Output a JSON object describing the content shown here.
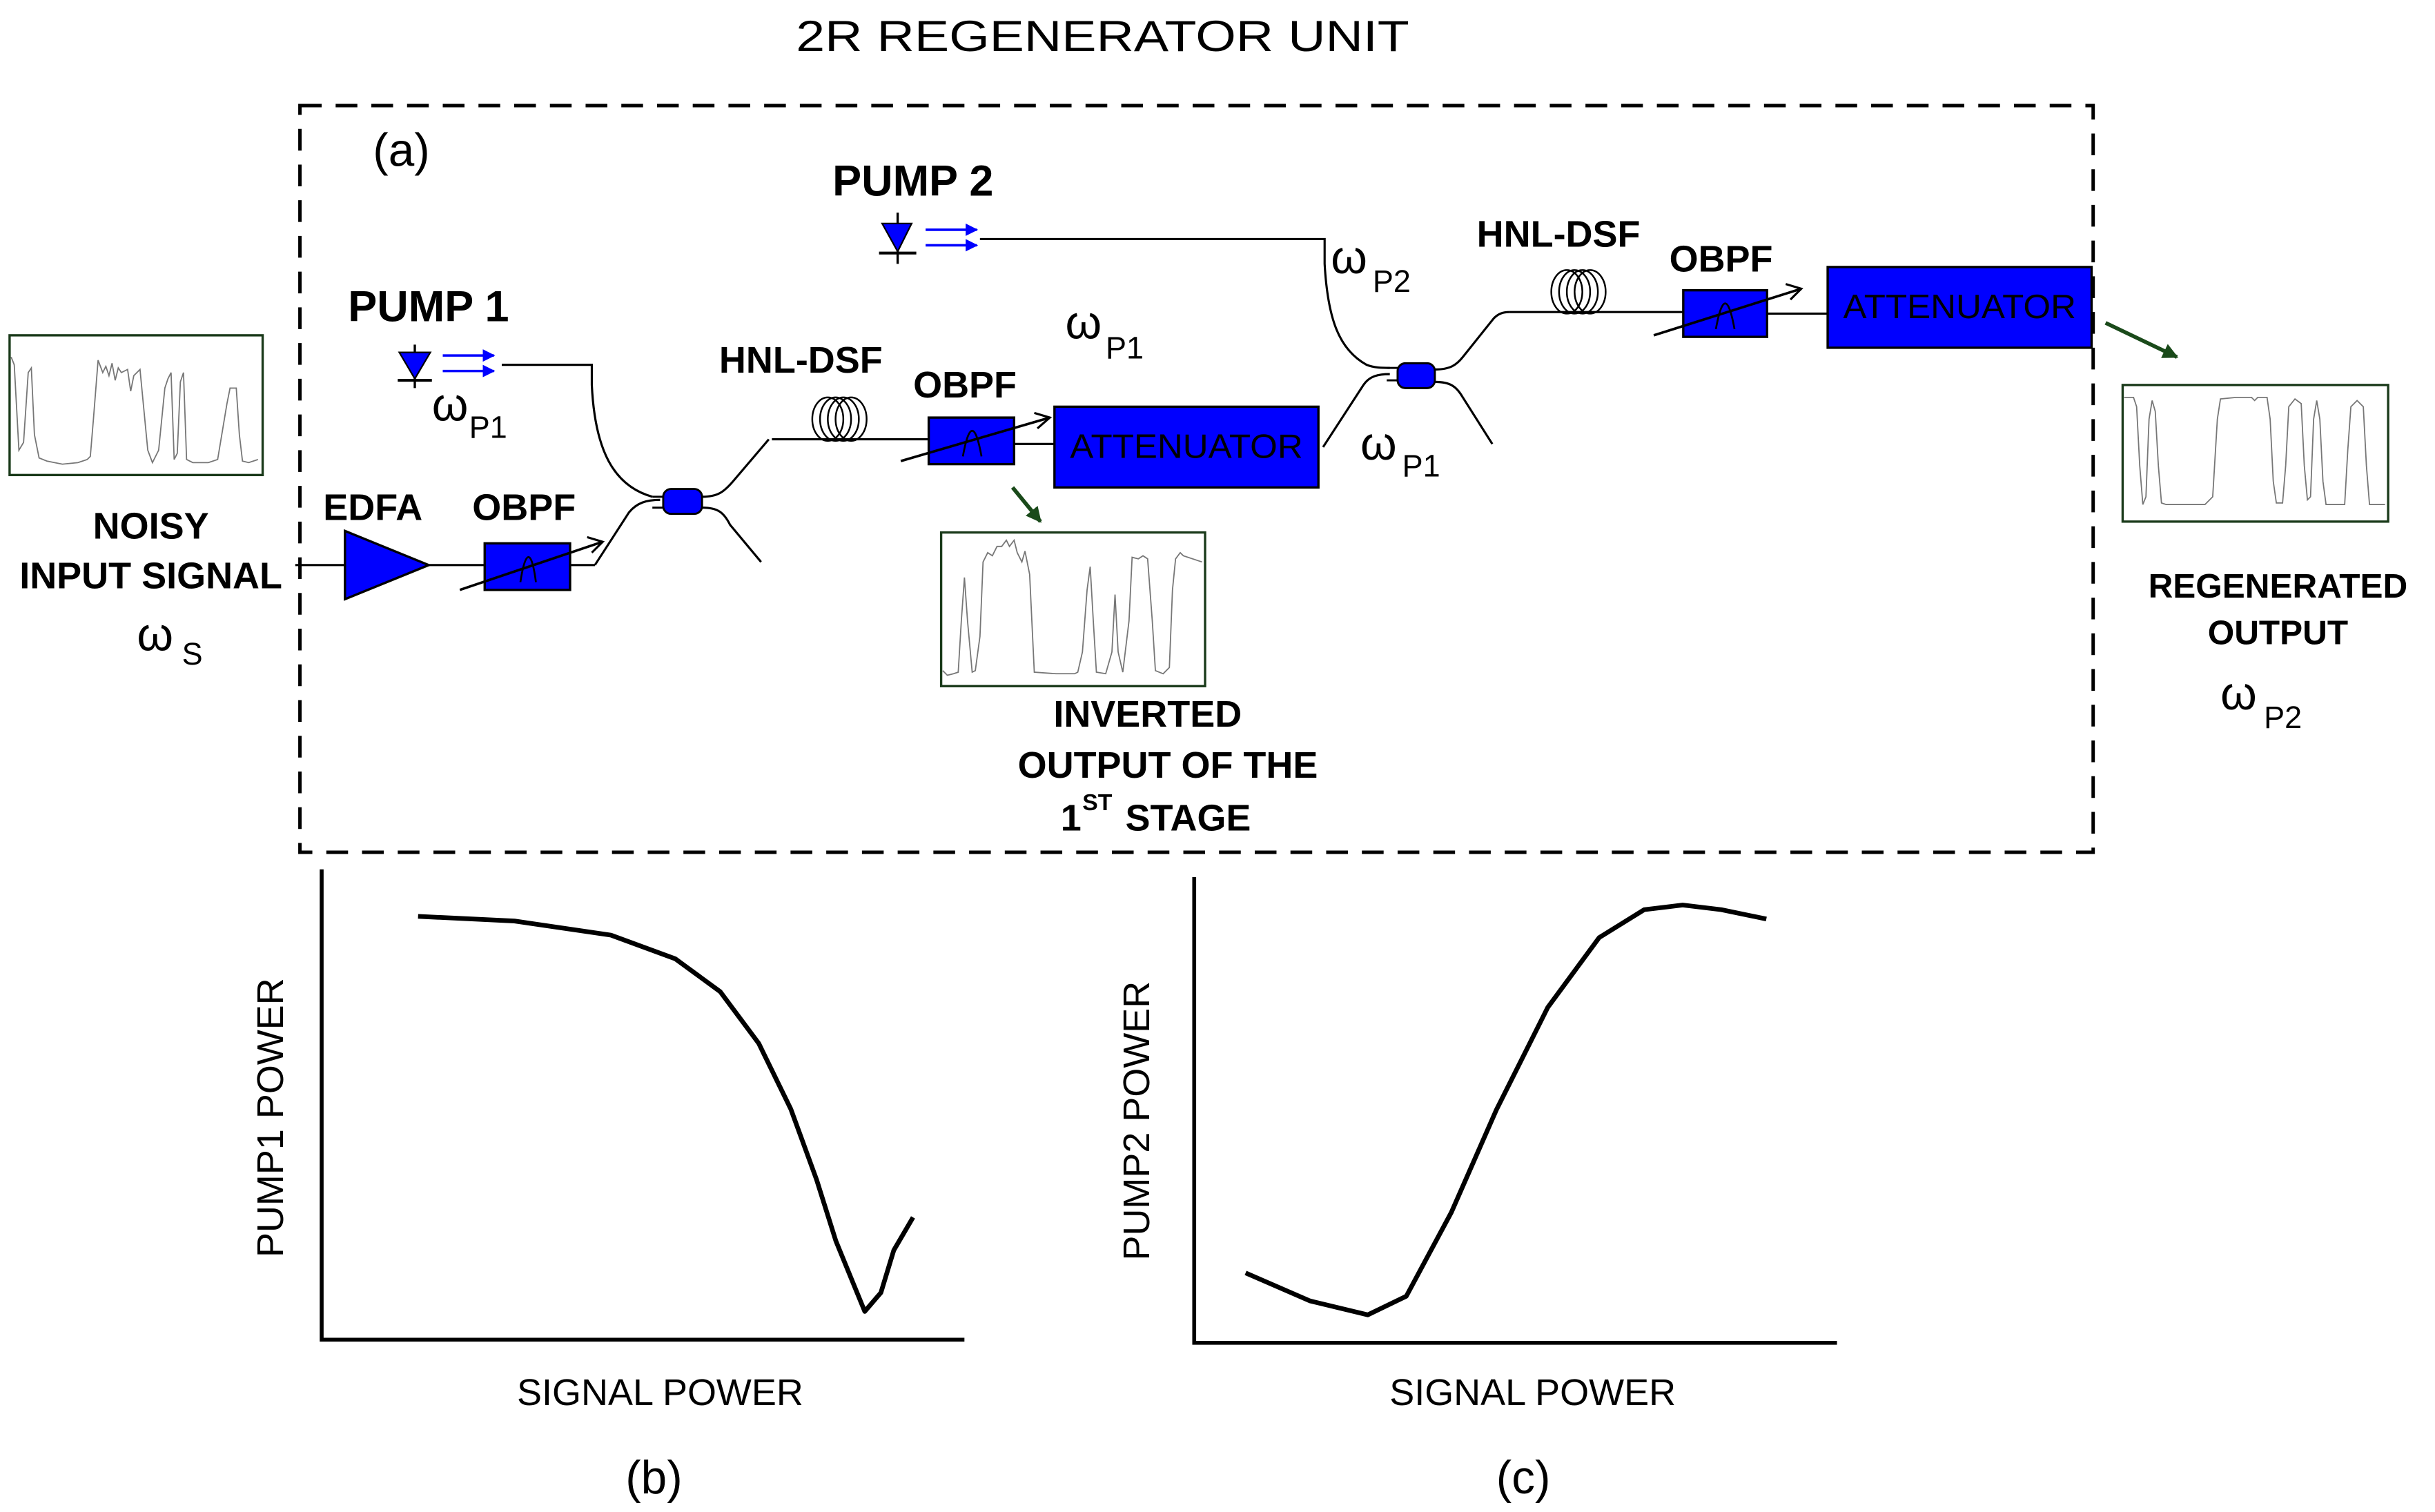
{
  "title": "2R REGENERATOR UNIT",
  "panel_labels": {
    "a": "(a)",
    "b": "(b)",
    "c": "(c)"
  },
  "components": {
    "pump1": {
      "label": "PUMP 1",
      "freq_symbol": "ω",
      "freq_sub": "P1"
    },
    "pump2": {
      "label": "PUMP 2",
      "freq_symbol": "ω",
      "freq_sub": "P2"
    },
    "edfa": {
      "label": "EDFA"
    },
    "obpf1": {
      "label": "OBPF"
    },
    "hnl1": {
      "label": "HNL-DSF"
    },
    "obpf2": {
      "label": "OBPF"
    },
    "attenuator1": {
      "label": "ATTENUATOR"
    },
    "hnl2": {
      "label": "HNL-DSF"
    },
    "obpf3": {
      "label": "OBPF"
    },
    "attenuator2": {
      "label": "ATTENUATOR"
    }
  },
  "freq_labels": {
    "after_stage1": {
      "symbol": "ω",
      "sub": "P1"
    },
    "coupler2_in": {
      "symbol": "ω",
      "sub": "P1"
    }
  },
  "input": {
    "label_line1": "NOISY",
    "label_line2": "INPUT SIGNAL",
    "freq_symbol": "ω",
    "freq_sub": "S"
  },
  "inverted": {
    "line1": "INVERTED",
    "line2": "OUTPUT OF THE",
    "line3_num": "1",
    "line3_sup": "ST",
    "line3_rest": " STAGE"
  },
  "output": {
    "line1": "REGENERATED",
    "line2": "OUTPUT",
    "freq_symbol": "ω",
    "freq_sub": "P2"
  },
  "colors": {
    "component_blue": "#0000ff",
    "scope_border": "#1a3a1a",
    "arrow_green": "#1a4a1a",
    "waveform_gray": "#777777"
  },
  "chart_data": [
    {
      "type": "line",
      "panel": "(b)",
      "title": "",
      "xlabel": "SIGNAL POWER",
      "ylabel": "PUMP1 POWER",
      "grid": false,
      "ticks": false,
      "xlim": [
        0,
        1
      ],
      "ylim": [
        0,
        1
      ],
      "series": [
        {
          "name": "pump1",
          "x": [
            0.15,
            0.3,
            0.45,
            0.55,
            0.62,
            0.68,
            0.73,
            0.77,
            0.8,
            0.83,
            0.845,
            0.87,
            0.89,
            0.92
          ],
          "y": [
            0.9,
            0.89,
            0.86,
            0.81,
            0.74,
            0.63,
            0.49,
            0.34,
            0.21,
            0.11,
            0.06,
            0.1,
            0.19,
            0.26
          ]
        }
      ]
    },
    {
      "type": "line",
      "panel": "(c)",
      "title": "",
      "xlabel": "SIGNAL POWER",
      "ylabel": "PUMP2 POWER",
      "grid": false,
      "ticks": false,
      "xlim": [
        0,
        1
      ],
      "ylim": [
        0,
        1
      ],
      "series": [
        {
          "name": "pump2",
          "x": [
            0.08,
            0.18,
            0.27,
            0.33,
            0.4,
            0.47,
            0.55,
            0.63,
            0.7,
            0.76,
            0.82,
            0.89
          ],
          "y": [
            0.15,
            0.09,
            0.06,
            0.1,
            0.28,
            0.5,
            0.72,
            0.87,
            0.93,
            0.94,
            0.93,
            0.91
          ]
        }
      ]
    }
  ]
}
